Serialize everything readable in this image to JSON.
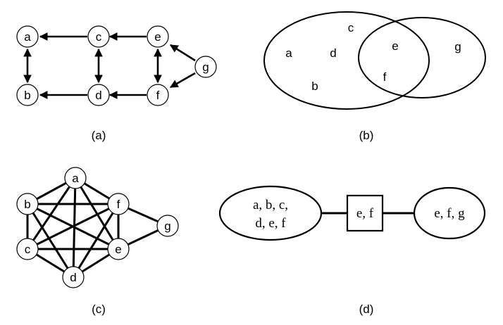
{
  "panel_a": {
    "caption": "(a)",
    "nodes": [
      "a",
      "b",
      "c",
      "d",
      "e",
      "f",
      "g"
    ]
  },
  "panel_b": {
    "caption": "(b)",
    "labels": [
      "c",
      "a",
      "d",
      "b",
      "e",
      "f",
      "g"
    ]
  },
  "panel_c": {
    "caption": "(c)",
    "nodes": [
      "a",
      "b",
      "f",
      "g",
      "c",
      "e",
      "d"
    ]
  },
  "panel_d": {
    "caption": "(d)",
    "clique1_line1": "a, b, c,",
    "clique1_line2": "d, e, f",
    "separator": "e, f",
    "clique2": "e, f, g"
  }
}
